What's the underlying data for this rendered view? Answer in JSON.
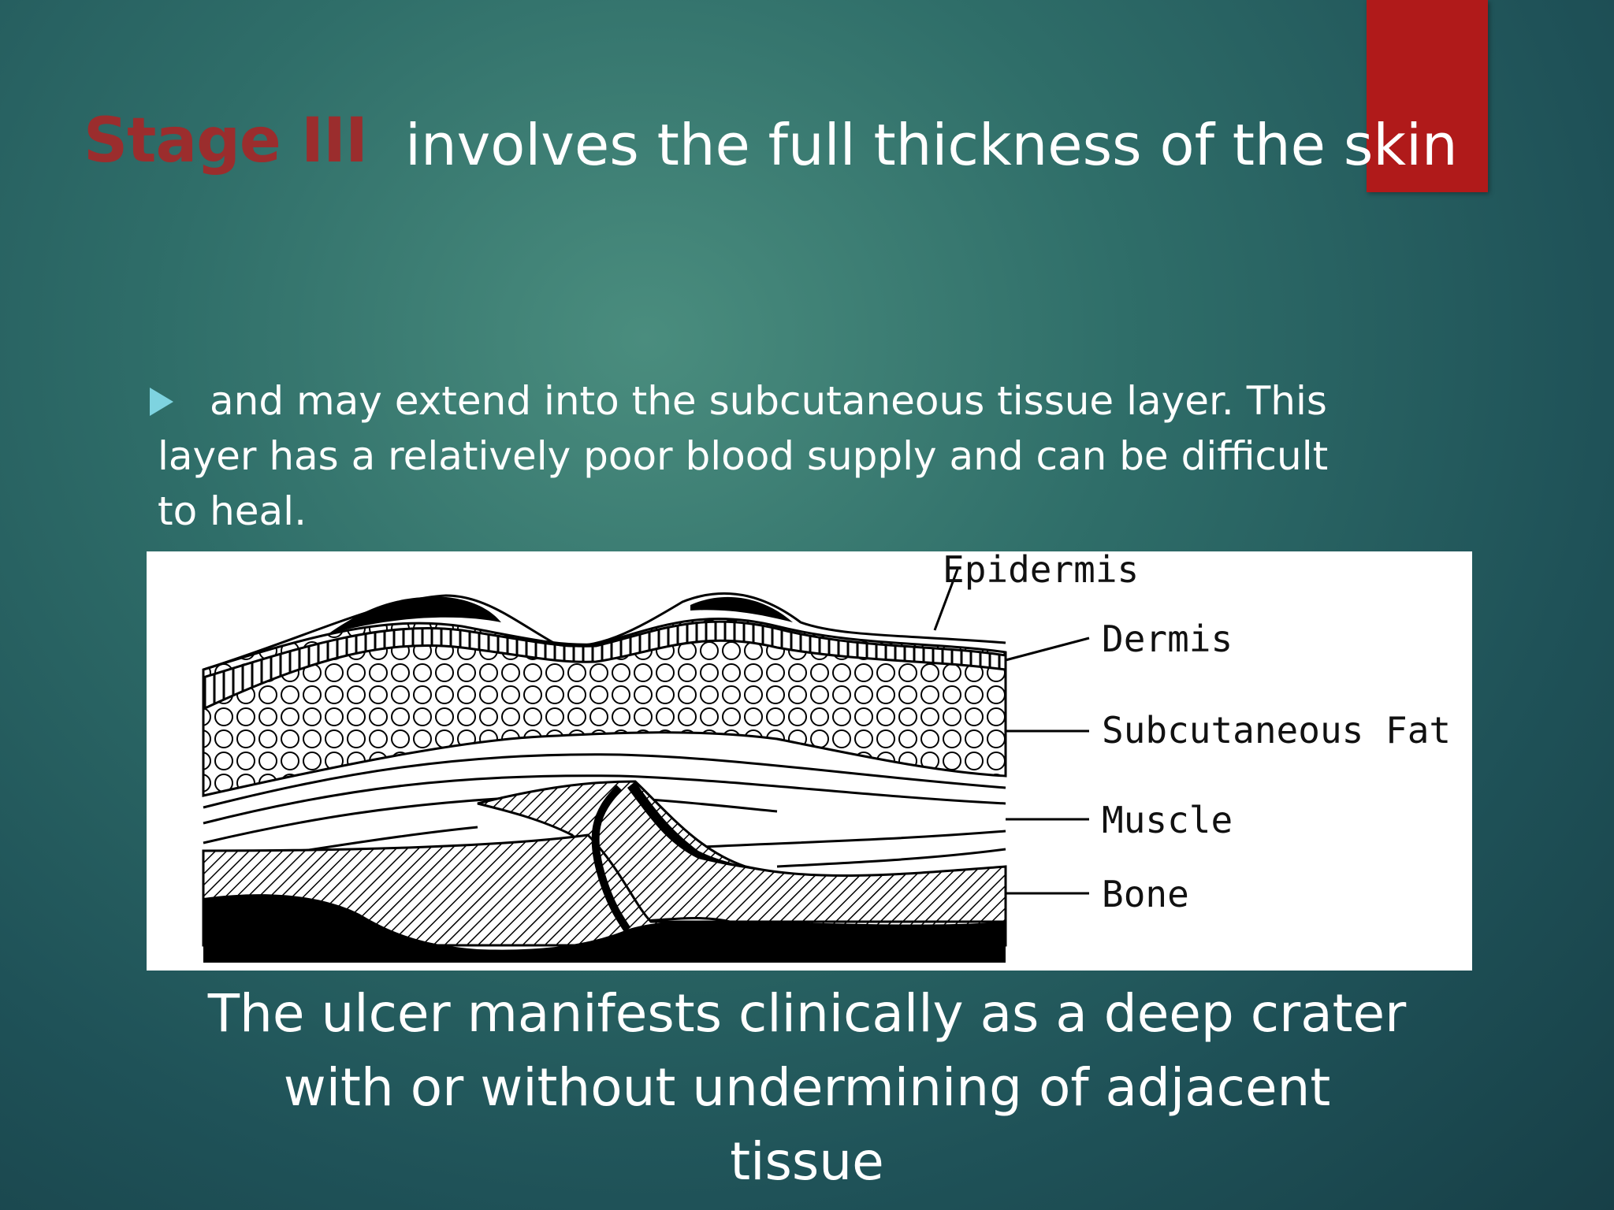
{
  "slide": {
    "title_stage": "Stage III",
    "title_rest": "involves the full thickness of the skin",
    "bullet_text": "and may extend into the subcutaneous tissue layer. This layer has a relatively poor blood  supply and can be difficult to heal.",
    "caption_lines": [
      "The ulcer manifests clinically as a deep crater",
      "with or without undermining of adjacent",
      "tissue"
    ]
  },
  "diagram": {
    "labels": {
      "epidermis": "Epidermis",
      "dermis": "Dermis",
      "subcutaneous_fat": "Subcutaneous Fat",
      "muscle": "Muscle",
      "bone": "Bone"
    }
  },
  "colors": {
    "accent_red": "#b01a1a",
    "stage_text": "#9b2d2d",
    "bullet_arrow": "#7ed3e0",
    "background_center": "#4a8d7e",
    "background_edge": "#173f47"
  }
}
